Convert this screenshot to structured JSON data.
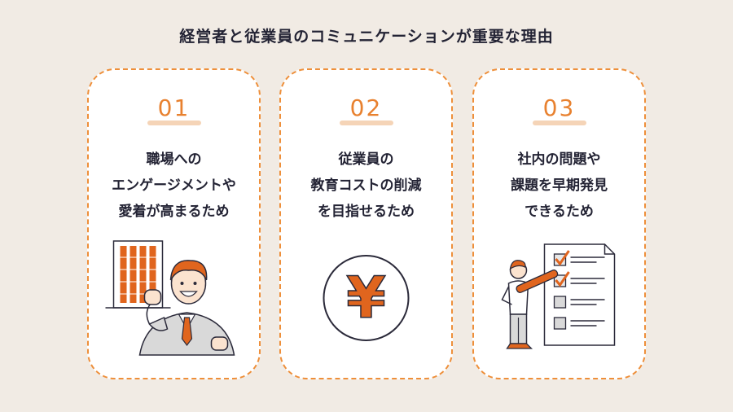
{
  "title": "経営者と従業員のコミュニケーションが重要な理由",
  "colors": {
    "accent": "#ee8f3a",
    "background": "#f1ebe4",
    "text": "#232334"
  },
  "cards": [
    {
      "number": "01",
      "lines": [
        "職場への",
        "エンゲージメントや",
        "愛着が高まるため"
      ],
      "icon": "office-worker-fist-pump-illustration"
    },
    {
      "number": "02",
      "lines": [
        "従業員の",
        "教育コストの削減",
        "を目指せるため"
      ],
      "icon": "yen-coin-icon",
      "coin_symbol": "¥"
    },
    {
      "number": "03",
      "lines": [
        "社内の問題や",
        "課題を早期発見",
        "できるため"
      ],
      "icon": "checklist-person-illustration"
    }
  ]
}
